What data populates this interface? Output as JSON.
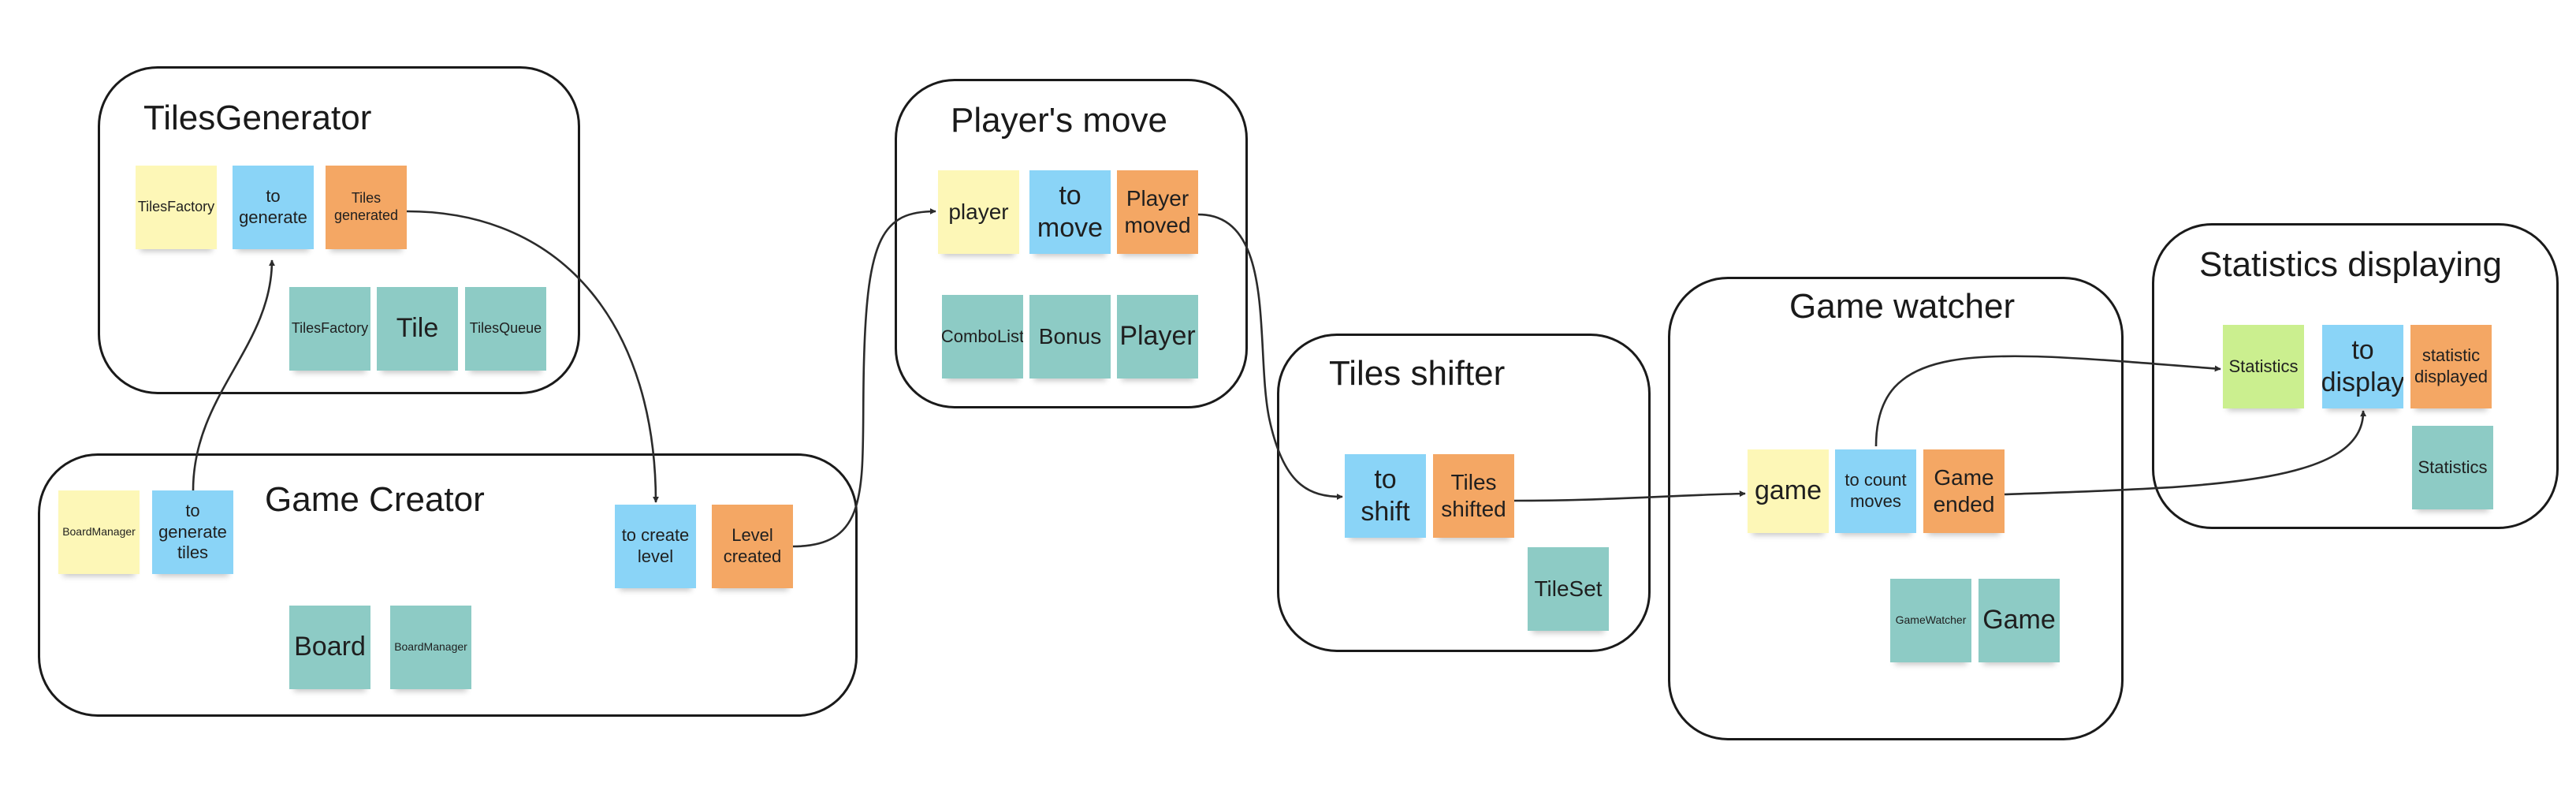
{
  "colors": {
    "event": "#f4a764",
    "command": "#8ad4f7",
    "actor": "#fdf7b7",
    "aggregate": "#8dcbc5",
    "readmodel": "#cbef8f",
    "border": "#1a1a1a"
  },
  "frames": {
    "tiles_generator": "TilesGenerator",
    "game_creator": "Game Creator",
    "players_move": "Player's move",
    "tiles_shifter": "Tiles shifter",
    "game_watcher": "Game watcher",
    "statistics_displaying": "Statistics displaying"
  },
  "notes": {
    "tiles_factory_actor": "TilesFactory",
    "to_generate": "to generate",
    "tiles_generated": "Tiles generated",
    "tiles_factory_agg": "TilesFactory",
    "tile": "Tile",
    "tiles_queue": "TilesQueue",
    "board_manager_actor": "BoardManager",
    "to_generate_tiles": "to generate tiles",
    "to_create_level": "to create level",
    "level_created": "Level created",
    "board": "Board",
    "board_manager_agg": "BoardManager",
    "player_actor": "player",
    "to_move": "to move",
    "player_moved": "Player moved",
    "combo_list": "ComboList",
    "bonus": "Bonus",
    "player_agg": "Player",
    "to_shift": "to shift",
    "tiles_shifted": "Tiles shifted",
    "tile_set": "TileSet",
    "game_actor": "game",
    "to_count_moves": "to count moves",
    "game_ended": "Game ended",
    "game_watcher_agg": "GameWatcher",
    "game_agg": "Game",
    "statistics_readmodel": "Statistics",
    "to_display": "to display",
    "statistic_displayed": "statistic displayed",
    "statistics_agg": "Statistics"
  }
}
